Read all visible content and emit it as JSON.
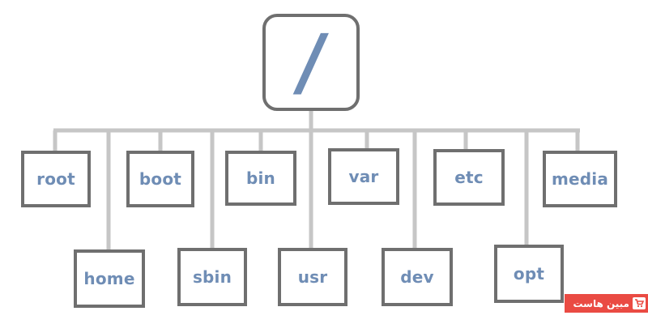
{
  "root": {
    "label": "/"
  },
  "top_row": [
    "root",
    "boot",
    "bin",
    "var",
    "etc",
    "media"
  ],
  "bottom_row": [
    "home",
    "sbin",
    "usr",
    "dev",
    "opt"
  ],
  "logo": {
    "text": "مبین هاست"
  },
  "colors": {
    "border": "#6f6f6f",
    "connector": "#c4c4c4",
    "label": "#6f8db5",
    "logo_bg": "#ea4b43"
  }
}
